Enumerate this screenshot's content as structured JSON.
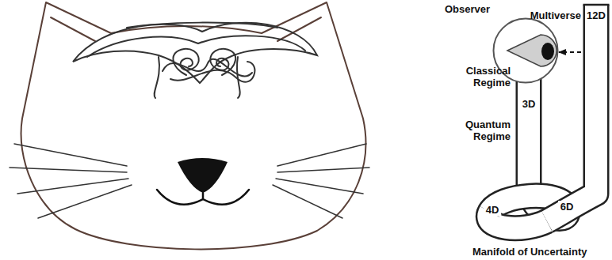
{
  "diagram": {
    "nodes": [
      {
        "text": [
          "Observer"
        ]
      },
      {
        "text": [
          "Multiverse",
          "12D"
        ]
      }
    ],
    "edges": [
      {
        "from": 1,
        "to": 0,
        "arrow": "to"
      }
    ],
    "labels": [
      "Classical Regime",
      "3D",
      "Quantum Regime",
      "4D",
      "6D",
      "Manifold of Uncertainty"
    ]
  }
}
